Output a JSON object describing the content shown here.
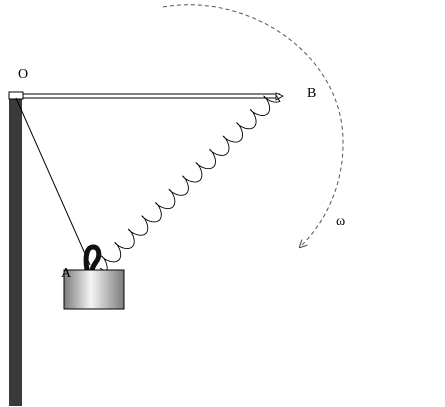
{
  "labels": {
    "pivot": "O",
    "end": "B",
    "load": "A",
    "angular_velocity": "ω"
  },
  "colors": {
    "wall": "#3a3a3a",
    "line": "#000000",
    "rotation_arrow": "#555555",
    "block_light": "#f4f4f4",
    "block_dark": "#7c7c7c",
    "hook": "#111111",
    "background": "#ffffff"
  }
}
